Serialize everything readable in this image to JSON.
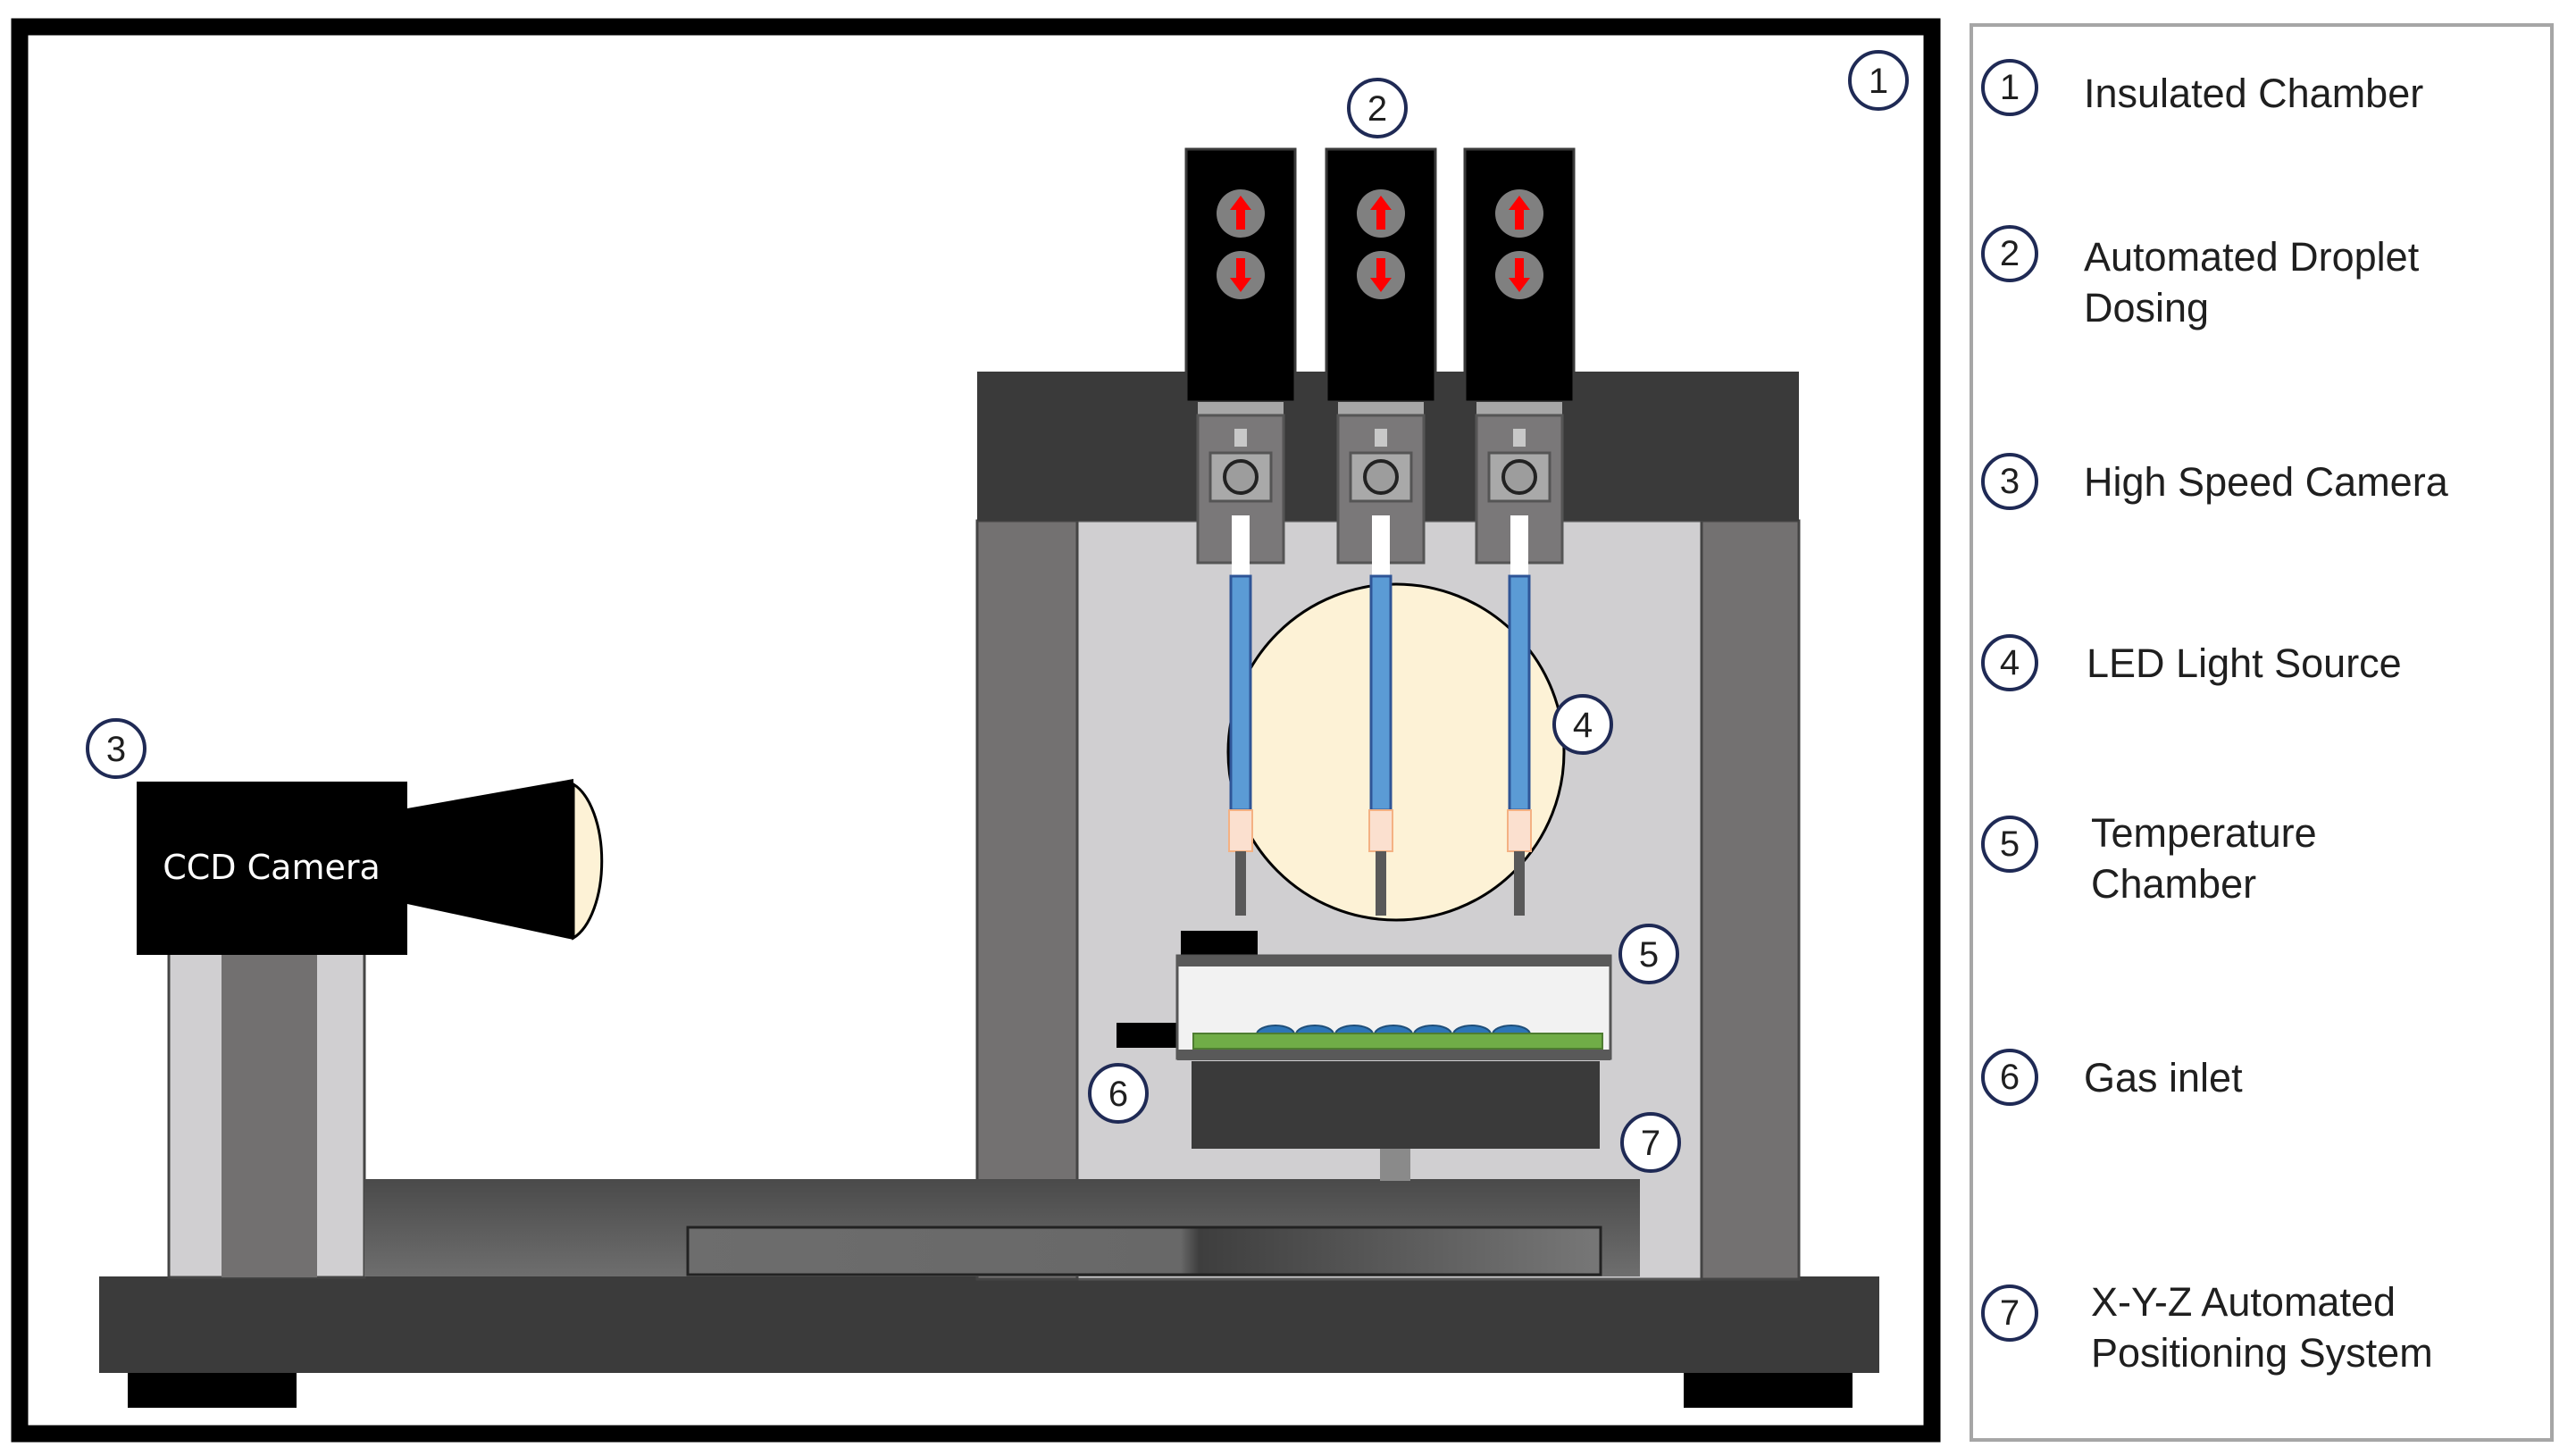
{
  "camera": {
    "label": "CCD Camera"
  },
  "markers": {
    "chamber": "1",
    "dosing": "2",
    "camera": "3",
    "light": "4",
    "temperature": "5",
    "gas": "6",
    "positioning": "7"
  },
  "legend": {
    "items": [
      {
        "number": "1",
        "label": "Insulated Chamber"
      },
      {
        "number": "2",
        "label": "Automated Droplet\nDosing"
      },
      {
        "number": "3",
        "label": "High Speed Camera"
      },
      {
        "number": "4",
        "label": "LED Light Source"
      },
      {
        "number": "5",
        "label": "Temperature\nChamber"
      },
      {
        "number": "6",
        "label": "Gas inlet"
      },
      {
        "number": "7",
        "label": "X-Y-Z Automated\nPositioning System"
      }
    ]
  },
  "colors": {
    "frame": "#000000",
    "marker_border": "#1f2a55",
    "base": "#3a3a3a",
    "chamber_gray": "#d0cfd1",
    "column": "#727070",
    "led": "#fdf2d6",
    "needle": "#5b9bd5",
    "arrow": "#ff0000",
    "substrate": "#70ad47",
    "droplet": "#2e75b6"
  }
}
